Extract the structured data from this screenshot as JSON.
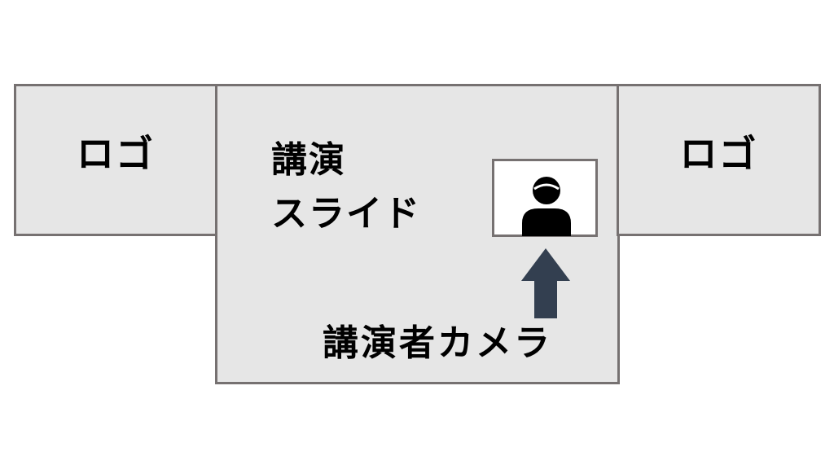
{
  "left_panel": {
    "label": "ロゴ"
  },
  "right_panel": {
    "label": "ロゴ"
  },
  "center_panel": {
    "label": "講演\nスライド"
  },
  "camera": {
    "caption": "講演者カメラ",
    "icon": "person-icon",
    "arrow_icon": "arrow-up-icon"
  },
  "colors": {
    "panel_fill": "#e6e6e6",
    "panel_border": "#767171",
    "camera_fill": "#ffffff",
    "person": "#000000",
    "arrow": "#333f50"
  }
}
